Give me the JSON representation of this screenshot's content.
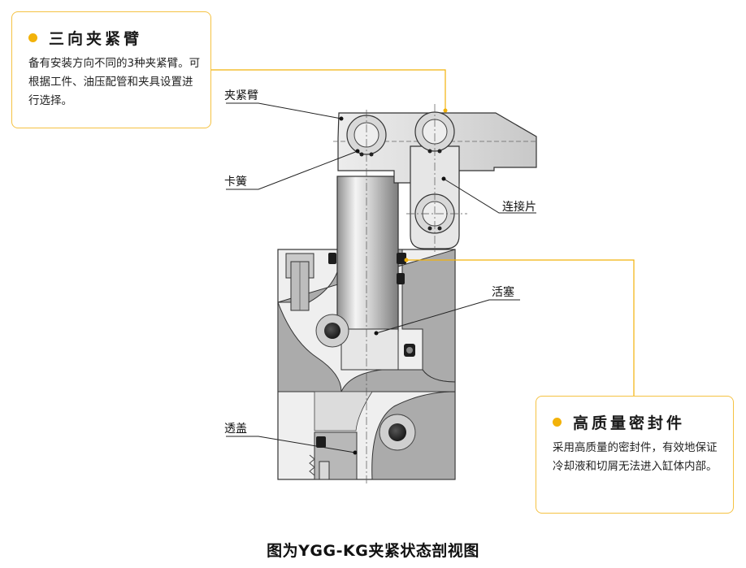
{
  "callouts": {
    "clamp_arm": {
      "title": "三向夹紧臂",
      "description": "备有安装方向不同的3种夹紧臂。可根据工件、油压配管和夹具设置进行选择。"
    },
    "seal": {
      "title": "高质量密封件",
      "description": "采用高质量的密封件，有效地保证冷却液和切屑无法进入缸体内部。"
    }
  },
  "labels": {
    "clamp_arm": "夹紧臂",
    "circlip": "卡簧",
    "link_plate": "连接片",
    "piston": "活塞",
    "cover": "透盖"
  },
  "caption": "图为YGG-KG夹紧状态剖视图",
  "colors": {
    "accent": "#f2b20a",
    "callout_border": "#f5c242",
    "body_light": "#efefef",
    "body_dark": "#a9a9a9"
  }
}
